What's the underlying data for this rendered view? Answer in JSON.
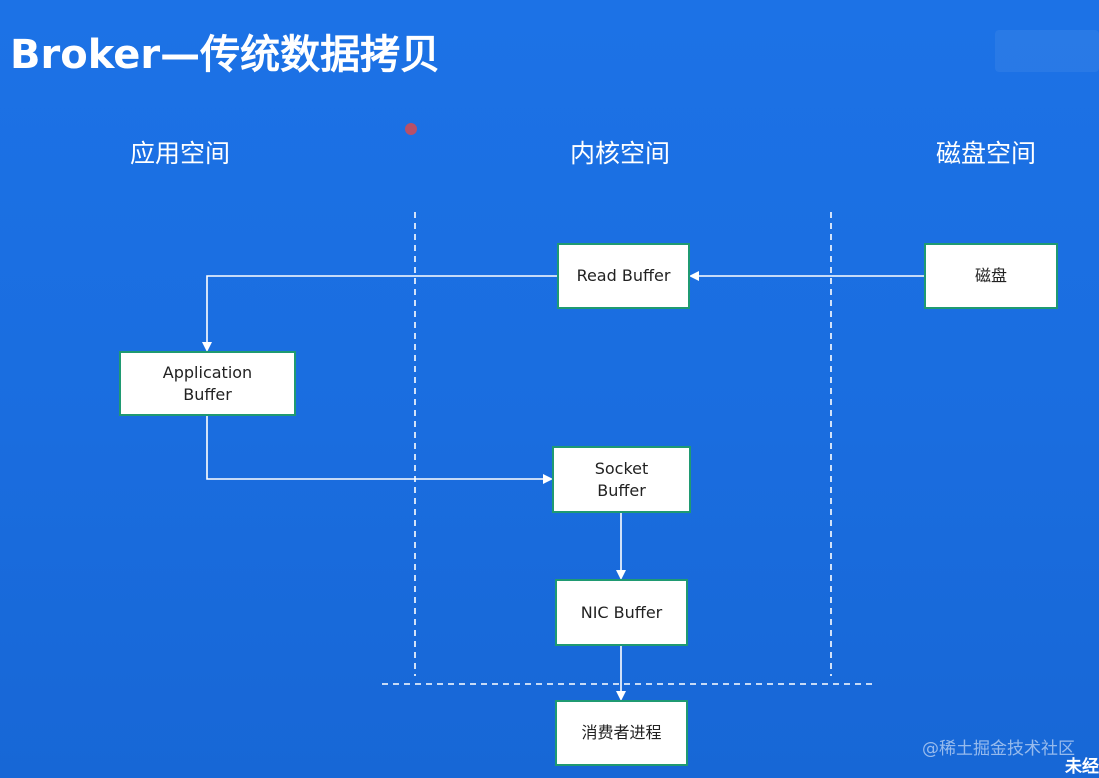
{
  "slide": {
    "title": "Broker—传统数据拷贝"
  },
  "columns": {
    "app": "应用空间",
    "kernel": "内核空间",
    "disk": "磁盘空间"
  },
  "nodes": {
    "read_buffer": "Read Buffer",
    "disk": "磁盘",
    "application_buffer": "Application\nBuffer",
    "socket_buffer": "Socket\nBuffer",
    "nic_buffer": "NIC Buffer",
    "consumer_process": "消费者进程"
  },
  "footer": {
    "watermark": "@稀土掘金技术社区",
    "corner": "未经"
  },
  "colors": {
    "background": "#1a6ee0",
    "box_border": "#1f9a72",
    "line": "#ffffff"
  }
}
